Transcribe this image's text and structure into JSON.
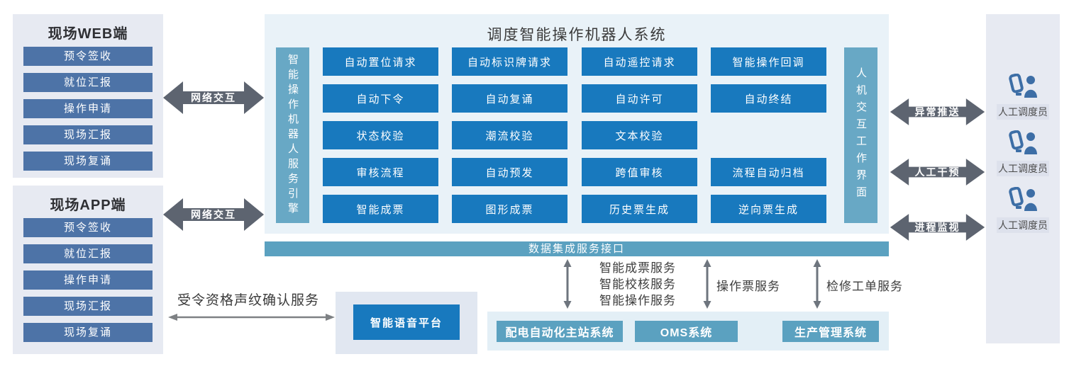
{
  "web_panel": {
    "title": "现场WEB端",
    "items": [
      "预令签收",
      "就位汇报",
      "操作申请",
      "现场汇报",
      "现场复诵"
    ]
  },
  "app_panel": {
    "title": "现场APP端",
    "items": [
      "预令签收",
      "就位汇报",
      "操作申请",
      "现场汇报",
      "现场复诵"
    ]
  },
  "network_arrows": [
    {
      "label": "网络交互"
    },
    {
      "label": "网络交互"
    }
  ],
  "main_system": {
    "title": "调度智能操作机器人系统",
    "left_bar": "智能操作机器人服务引擎",
    "right_bar": "人机交互工作界面",
    "grid": [
      [
        "自动置位请求",
        "自动标识牌请求",
        "自动遥控请求",
        "智能操作回调"
      ],
      [
        "自动下令",
        "自动复诵",
        "自动许可",
        "自动终结"
      ],
      [
        "状态校验",
        "潮流校验",
        "文本校验"
      ],
      [
        "审核流程",
        "自动预发",
        "跨值审核",
        "流程自动归档"
      ],
      [
        "智能成票",
        "图形成票",
        "历史票生成",
        "逆向票生成"
      ]
    ]
  },
  "data_bus": {
    "label": "数据集成服务接口"
  },
  "service_links": [
    {
      "lines": [
        "智能成票服务",
        "智能校核服务",
        "智能操作服务"
      ]
    },
    {
      "lines": [
        "操作票服务"
      ]
    },
    {
      "lines": [
        "检修工单服务"
      ]
    }
  ],
  "bottom_systems": {
    "items": [
      "配电自动化主站系统",
      "OMS系统",
      "生产管理系统"
    ]
  },
  "voice": {
    "platform_label": "智能语音平台",
    "service_label": "受令资格声纹确认服务"
  },
  "right_links": [
    {
      "label": "异常推送"
    },
    {
      "label": "人工干预"
    },
    {
      "label": "进程监视"
    }
  ],
  "dispatchers": [
    {
      "label": "人工调度员"
    },
    {
      "label": "人工调度员"
    },
    {
      "label": "人工调度员"
    }
  ],
  "colors": {
    "panel_bg": "#e7eaf2",
    "main_bg": "#e9f2f8",
    "button_blue": "#1879be",
    "steel_blue_item": "#4d73a7",
    "teal_bar": "#5ba1c0",
    "vertical_bar": "#68a8c5",
    "fat_arrow": "#5d6470",
    "thin_arrow": "#7e8184",
    "person_icon": "#3d6ea6"
  }
}
